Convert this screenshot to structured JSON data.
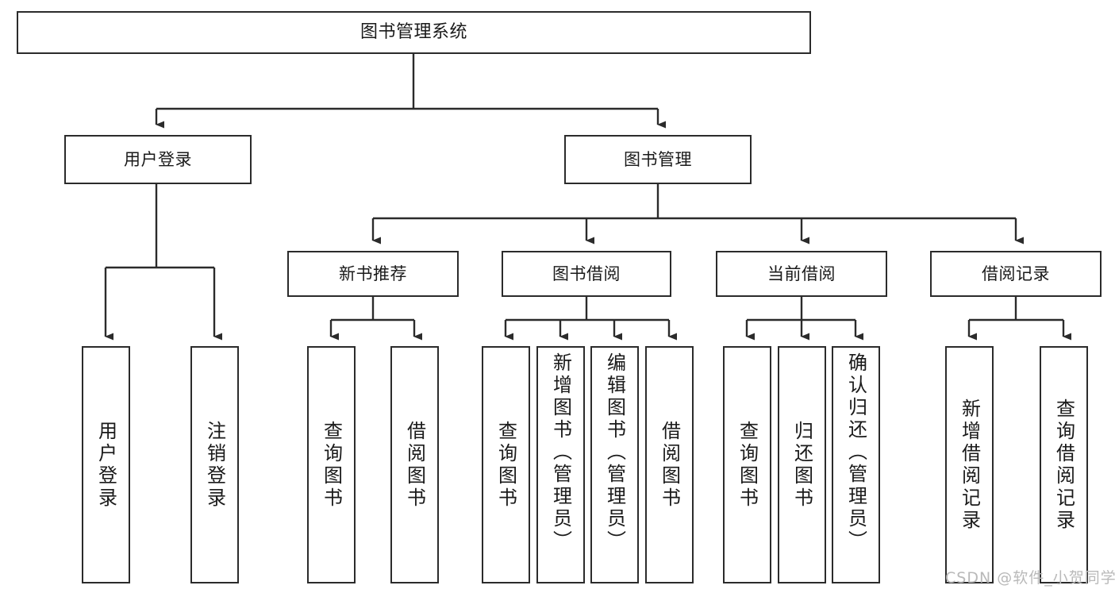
{
  "diagram": {
    "title": "图书管理系统",
    "type": "tree",
    "orientation": "top-down",
    "colors": {
      "box_border": "#2b2b2b",
      "box_fill": "#ffffff",
      "edge": "#2b2b2b",
      "text": "#1a1a1a",
      "background": "#ffffff",
      "watermark": "#b9b9b9"
    },
    "nodes": {
      "root": {
        "label": "图书管理系统"
      },
      "level2": [
        {
          "id": "user-login",
          "label": "用户登录"
        },
        {
          "id": "book-management",
          "label": "图书管理"
        }
      ],
      "level3": [
        {
          "id": "new-book-recommend",
          "label": "新书推荐"
        },
        {
          "id": "book-borrow",
          "label": "图书借阅"
        },
        {
          "id": "current-borrow",
          "label": "当前借阅"
        },
        {
          "id": "borrow-record",
          "label": "借阅记录"
        }
      ],
      "leaves": {
        "user-login": [
          {
            "id": "user-login-leaf",
            "label": "用户登录"
          },
          {
            "id": "user-logout-leaf",
            "label": "注销登录"
          }
        ],
        "new-book-recommend": [
          {
            "id": "query-book-1",
            "label": "查询图书"
          },
          {
            "id": "borrow-book-1",
            "label": "借阅图书"
          }
        ],
        "book-borrow": [
          {
            "id": "query-book-2",
            "label": "查询图书"
          },
          {
            "id": "add-book-admin",
            "label": "新增图书（管理员）"
          },
          {
            "id": "edit-book-admin",
            "label": "编辑图书（管理员）"
          },
          {
            "id": "borrow-book-2",
            "label": "借阅图书"
          }
        ],
        "current-borrow": [
          {
            "id": "query-book-3",
            "label": "查询图书"
          },
          {
            "id": "return-book",
            "label": "归还图书"
          },
          {
            "id": "confirm-return-admin",
            "label": "确认归还（管理员）"
          }
        ],
        "borrow-record": [
          {
            "id": "add-borrow-record",
            "label": "新增借阅记录"
          },
          {
            "id": "query-borrow-record",
            "label": "查询借阅记录"
          }
        ]
      }
    },
    "edges": [
      {
        "from": "图书管理系统",
        "to": "用户登录"
      },
      {
        "from": "图书管理系统",
        "to": "图书管理"
      },
      {
        "from": "图书管理",
        "to": "新书推荐"
      },
      {
        "from": "图书管理",
        "to": "图书借阅"
      },
      {
        "from": "图书管理",
        "to": "当前借阅"
      },
      {
        "from": "图书管理",
        "to": "借阅记录"
      },
      {
        "from": "用户登录",
        "to": "用户登录"
      },
      {
        "from": "用户登录",
        "to": "注销登录"
      },
      {
        "from": "新书推荐",
        "to": "查询图书"
      },
      {
        "from": "新书推荐",
        "to": "借阅图书"
      },
      {
        "from": "图书借阅",
        "to": "查询图书"
      },
      {
        "from": "图书借阅",
        "to": "新增图书（管理员）"
      },
      {
        "from": "图书借阅",
        "to": "编辑图书（管理员）"
      },
      {
        "from": "图书借阅",
        "to": "借阅图书"
      },
      {
        "from": "当前借阅",
        "to": "查询图书"
      },
      {
        "from": "当前借阅",
        "to": "归还图书"
      },
      {
        "from": "当前借阅",
        "to": "确认归还（管理员）"
      },
      {
        "from": "借阅记录",
        "to": "新增借阅记录"
      },
      {
        "from": "借阅记录",
        "to": "查询借阅记录"
      }
    ]
  },
  "watermark": {
    "text": "CSDN @软件_小贺同学"
  }
}
